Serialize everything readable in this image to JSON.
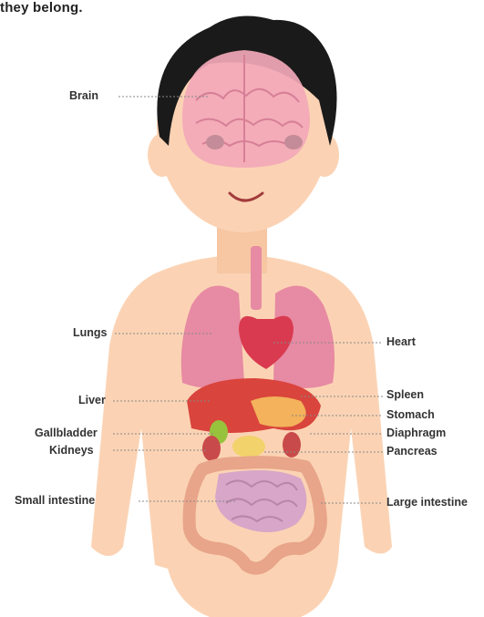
{
  "heading": "they belong.",
  "labels": {
    "brain": "Brain",
    "lungs": "Lungs",
    "liver": "Liver",
    "gallbladder": "Gallbladder",
    "kidneys": "Kidneys",
    "small_intestine": "Small intestine",
    "heart": "Heart",
    "spleen": "Spleen",
    "stomach": "Stomach",
    "diaphragm": "Diaphragm",
    "pancreas": "Pancreas",
    "large_intestine": "Large intestine"
  },
  "colors": {
    "skin": "#fbd3b4",
    "hair": "#1a1a1a",
    "brain": "#f2a8b8",
    "lungs": "#e78aa3",
    "heart": "#d93a4f",
    "liver": "#d9443c",
    "stomach": "#f3b25b",
    "gallbladder": "#97c23c",
    "pancreas": "#f2d26b",
    "kidneys": "#c94a4a",
    "small_intestine": "#d7a6c8",
    "large_intestine": "#e8a58a",
    "leader_line": "#888888"
  }
}
